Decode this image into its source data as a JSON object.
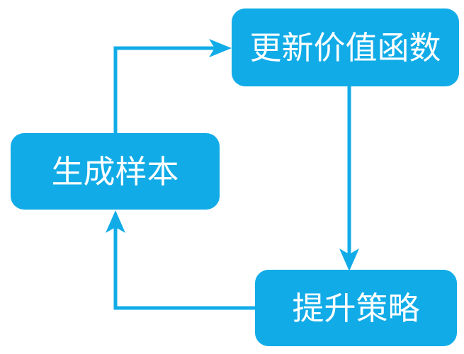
{
  "diagram": {
    "type": "cycle-flowchart",
    "background_color": "#FFFFFF",
    "node_fill_color": "#11ACE8",
    "node_text_color": "#FFFFFF",
    "connector_color": "#11ACE8",
    "nodes": [
      {
        "id": "update-value",
        "label": "更新价值函数",
        "position": "top-right"
      },
      {
        "id": "generate-sample",
        "label": "生成样本",
        "position": "middle-left"
      },
      {
        "id": "improve-policy",
        "label": "提升策略",
        "position": "bottom-right"
      }
    ],
    "connectors": [
      {
        "id": "generate-to-update",
        "from": "generate-sample",
        "to": "update-value",
        "arrow_direction": "right"
      },
      {
        "id": "update-to-improve",
        "from": "update-value",
        "to": "improve-policy",
        "arrow_direction": "down"
      },
      {
        "id": "improve-to-generate",
        "from": "improve-policy",
        "to": "generate-sample",
        "arrow_direction": "up"
      }
    ]
  }
}
